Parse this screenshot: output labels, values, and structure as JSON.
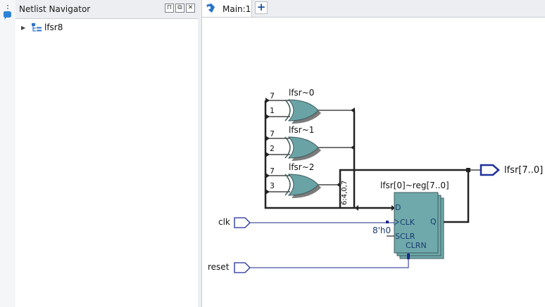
{
  "navigator": {
    "title": "Netlist Navigator",
    "buttons": [
      "⊓",
      "⧉",
      "✕"
    ],
    "tree": [
      {
        "label": "lfsr8",
        "expanded": false
      }
    ]
  },
  "tabs": {
    "active_label": "Main:1",
    "add_label": "+"
  },
  "schematic": {
    "gates": [
      {
        "name": "lfsr~0",
        "in_a": "7",
        "in_b": "1"
      },
      {
        "name": "lfsr~1",
        "in_a": "7",
        "in_b": "2"
      },
      {
        "name": "lfsr~2",
        "in_a": "7",
        "in_b": "3"
      }
    ],
    "bus_label": "6:4,0,7",
    "register": {
      "name": "lfsr[0]~reg[7..0]",
      "pins": {
        "d": "D",
        "clk": "CLK",
        "sclr": "SCLR",
        "clrn": "CLRN",
        "q": "Q"
      },
      "sclr_value": "8'h0"
    },
    "inputs": {
      "clk": "clk",
      "reset": "reset"
    },
    "output": "lfsr[7..0]"
  },
  "colors": {
    "gate_fill": "#6aa3a6",
    "register_fill": "#6fa9ab",
    "wire": "#222222",
    "signal_wire": "#1a2a8a",
    "port_stroke": "#1f2f9a",
    "pin_text": "#1a3a6e"
  }
}
